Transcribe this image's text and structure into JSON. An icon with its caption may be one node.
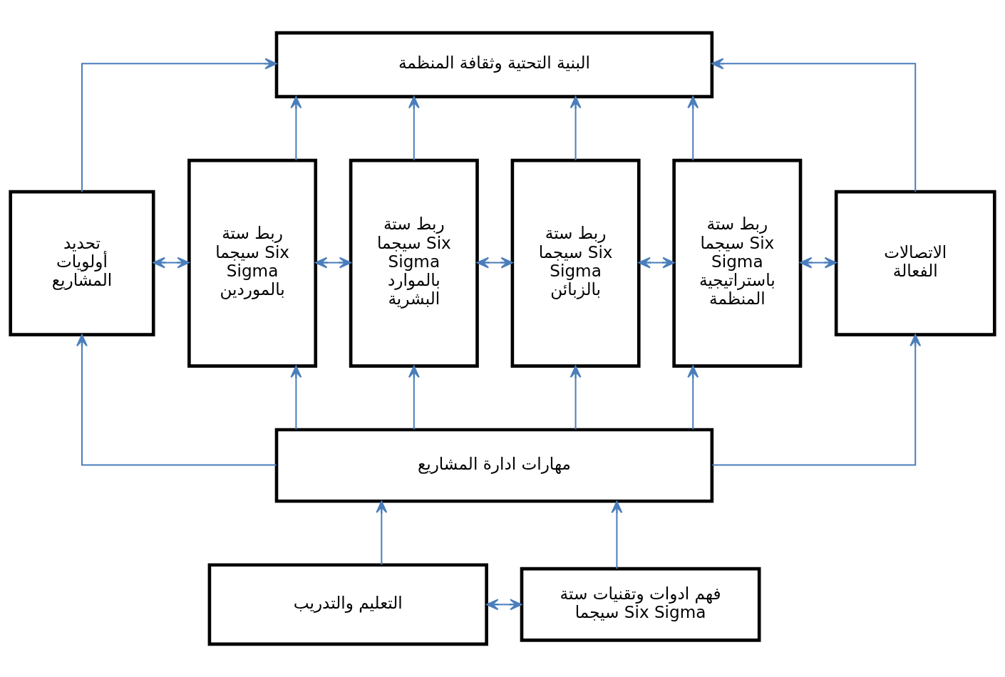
{
  "diagram": {
    "nodes": [
      {
        "text": [
          "البنية التحتية وثقافة المنظمة"
        ]
      },
      {
        "text": [
          "تحديد أولويات المشاريع"
        ]
      },
      {
        "text": [
          "ربط ستة سيجما Six Sigma بالموردين"
        ]
      },
      {
        "text": [
          "ربط ستة سيجما Six Sigma بالموارد البشرية"
        ]
      },
      {
        "text": [
          "ربط ستة سيجما Six Sigma بالزبائن"
        ]
      },
      {
        "text": [
          "ربط ستة سيجما Six Sigma باستراتيجية المنظمة"
        ]
      },
      {
        "text": [
          "الاتصالات الفعالة"
        ]
      },
      {
        "text": [
          "مهارات ادارة المشاريع"
        ]
      },
      {
        "text": [
          "التعليم والتدريب"
        ]
      },
      {
        "text": [
          "فهم ادوات وتقنيات ستة سيجما Six Sigma"
        ]
      }
    ],
    "edges": [
      {
        "from": 1,
        "to": 0,
        "arrow": "to"
      },
      {
        "from": 2,
        "to": 0,
        "arrow": "to"
      },
      {
        "from": 3,
        "to": 0,
        "arrow": "to"
      },
      {
        "from": 4,
        "to": 0,
        "arrow": "to"
      },
      {
        "from": 5,
        "to": 0,
        "arrow": "to"
      },
      {
        "from": 6,
        "to": 0,
        "arrow": "to"
      },
      {
        "from": 1,
        "to": 2,
        "arrow": "both"
      },
      {
        "from": 2,
        "to": 3,
        "arrow": "both"
      },
      {
        "from": 3,
        "to": 4,
        "arrow": "both"
      },
      {
        "from": 4,
        "to": 5,
        "arrow": "both"
      },
      {
        "from": 5,
        "to": 6,
        "arrow": "both"
      },
      {
        "from": 7,
        "to": 1,
        "arrow": "to"
      },
      {
        "from": 7,
        "to": 2,
        "arrow": "to"
      },
      {
        "from": 7,
        "to": 3,
        "arrow": "to"
      },
      {
        "from": 7,
        "to": 4,
        "arrow": "to"
      },
      {
        "from": 7,
        "to": 5,
        "arrow": "to"
      },
      {
        "from": 7,
        "to": 6,
        "arrow": "to"
      },
      {
        "from": 8,
        "to": 7,
        "arrow": "to"
      },
      {
        "from": 9,
        "to": 7,
        "arrow": "to"
      },
      {
        "from": 8,
        "to": 9,
        "arrow": "both"
      }
    ]
  }
}
